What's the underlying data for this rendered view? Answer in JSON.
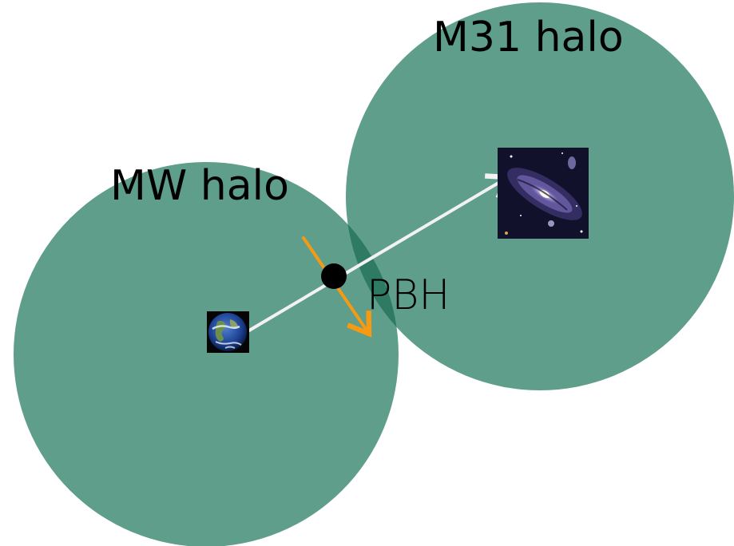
{
  "labels": {
    "m31_halo": "M31 halo",
    "mw_halo": "MW halo",
    "pbh": "PBH"
  },
  "colors": {
    "background": "#ffffff",
    "halo": "#5e9e8b",
    "halo_overlap": "#2f7a62",
    "line_of_sight": "#f2f2f2",
    "pbh_trajectory": "#f59a12",
    "pbh": "#000000",
    "earth_ocean": "#1b3f8f",
    "earth_land": "#6d8f4e",
    "earth_cloud": "#e8eef5",
    "galaxy_background": "#0b0d1a",
    "galaxy_core": "#e6dcff",
    "galaxy_disk": "#6b5fa8"
  },
  "icons": {
    "observer": "earth-image",
    "target": "andromeda-galaxy-image"
  }
}
